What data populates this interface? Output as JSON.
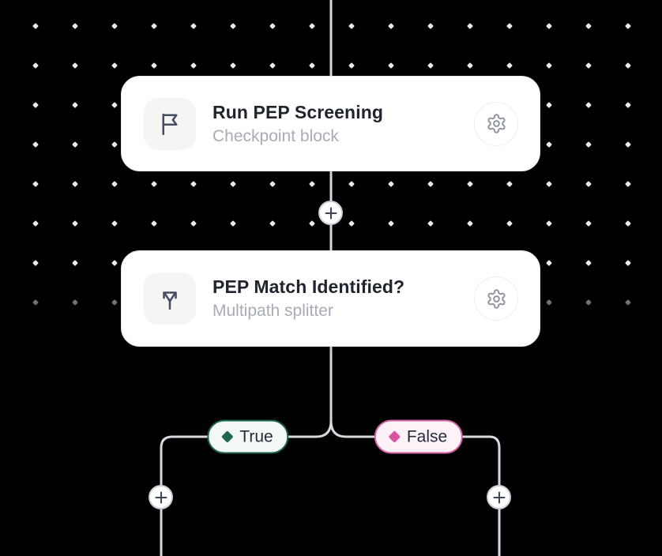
{
  "canvas": {
    "background": "#000000",
    "dot_color": "#ECE9E6",
    "connector_color": "#D6DAE0"
  },
  "nodes": [
    {
      "title": "Run PEP Screening",
      "subtitle": "Checkpoint block",
      "icon": "flag-icon",
      "settings_icon": "gear-icon"
    },
    {
      "title": "PEP Match Identified?",
      "subtitle": "Multipath splitter",
      "icon": "split-icon",
      "settings_icon": "gear-icon"
    }
  ],
  "connectors": {
    "add_button_icon": "plus-icon",
    "add_button_count": 3
  },
  "branches": [
    {
      "label": "True",
      "border_color": "#1E6450",
      "background": "#F3F8F4",
      "diamond_color": "#1E6553",
      "text_color": "#252B3B"
    },
    {
      "label": "False",
      "border_color": "#D564A6",
      "background": "#FCF2F8",
      "diamond_color": "#D9549E",
      "text_color": "#252B3B"
    }
  ]
}
